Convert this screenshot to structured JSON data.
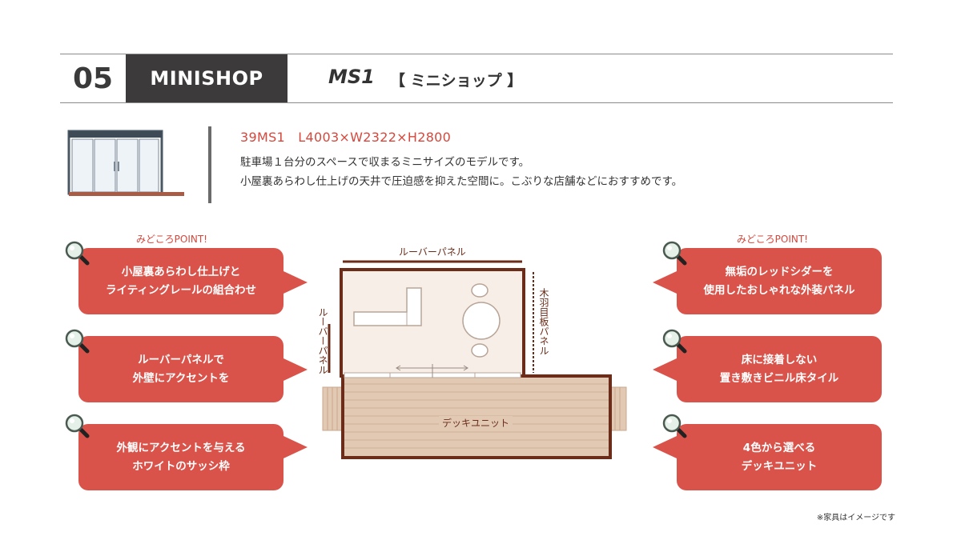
{
  "header": {
    "number": "05",
    "category": "MINISHOP",
    "model": "MS1",
    "model_sub": "【 ミニショップ 】"
  },
  "product": {
    "spec": "39MS1　L4003×W2322×H2800",
    "description": [
      "駐車場１台分のスペースで収まるミニサイズのモデルです。",
      "小屋裏あらわし仕上げの天井で圧迫感を抑えた空間に。こぶりな店舗などにおすすめです。"
    ]
  },
  "points": {
    "label_left": "みどころPOINT!",
    "label_right": "みどころPOINT!",
    "left": [
      {
        "line1": "小屋裏あらわし仕上げと",
        "line2": "ライティングレールの組合わせ"
      },
      {
        "line1": "ルーバーパネルで",
        "line2": "外壁にアクセントを"
      },
      {
        "line1": "外観にアクセントを与える",
        "line2": "ホワイトのサッシ枠"
      }
    ],
    "right": [
      {
        "line1": "無垢のレッドシダーを",
        "line2": "使用したおしゃれな外装パネル"
      },
      {
        "line1": "床に接着しない",
        "line2": "置き敷きビニル床タイル"
      },
      {
        "line1": "4色から選べる",
        "line2": "デッキユニット"
      }
    ]
  },
  "plan": {
    "top_label": "ルーバーパネル",
    "left_label": "ルーバーパネル",
    "right_label": "木羽目板パネル",
    "deck_label": "デッキユニット"
  },
  "note": "※家具はイメージです",
  "colors": {
    "accent": "#d9534a",
    "dark": "#3d3a3b",
    "wall": "#6b2d1a",
    "deck": "#e2c9b4",
    "floor": "#f7eee8"
  },
  "icons": [
    "magnifier-icon"
  ]
}
